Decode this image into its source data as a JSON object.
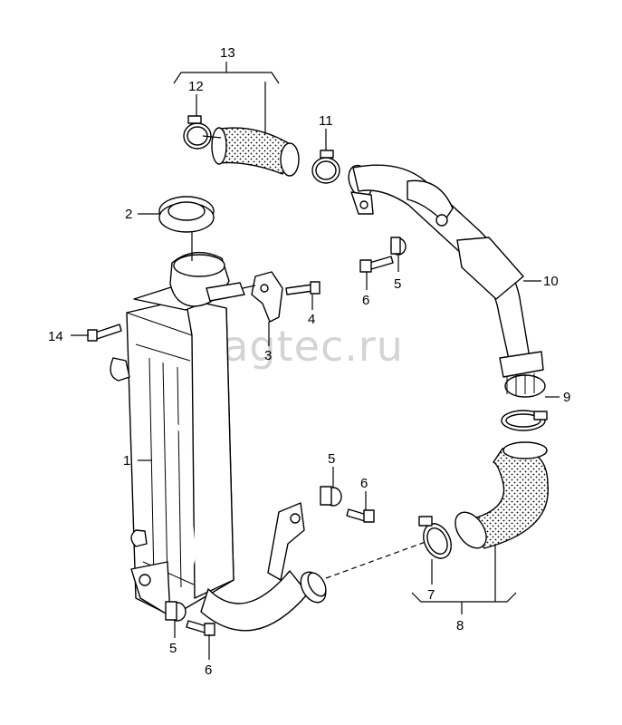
{
  "watermark": "vagtec.ru",
  "callouts": {
    "n1": "1",
    "n2": "2",
    "n3": "3",
    "n4": "4",
    "n5a": "5",
    "n5b": "5",
    "n5c": "5",
    "n6a": "6",
    "n6b": "6",
    "n6c": "6",
    "n7": "7",
    "n8": "8",
    "n9": "9",
    "n10": "10",
    "n11": "11",
    "n12": "12",
    "n13": "13",
    "n14": "14"
  }
}
